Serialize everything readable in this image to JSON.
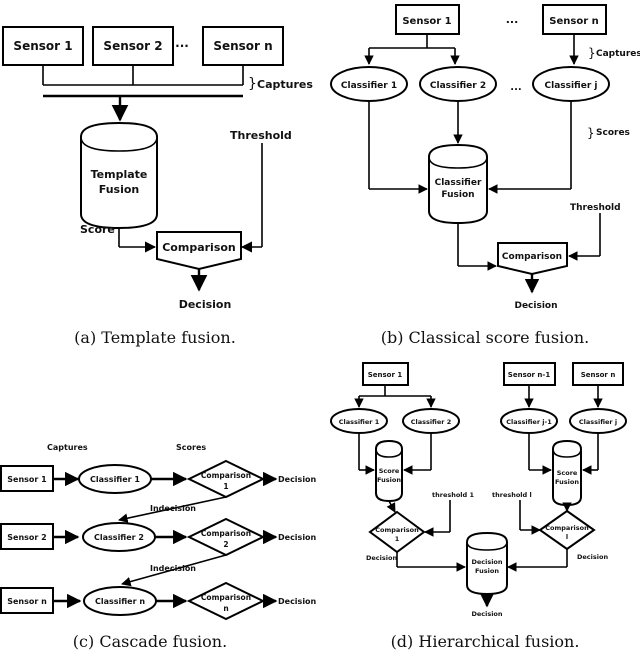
{
  "panel_a": {
    "sensor_1": "Sensor 1",
    "sensor_2": "Sensor 2",
    "ellipsis": "...",
    "sensor_n": "Sensor n",
    "captures": "Captures",
    "template_fusion_l1": "Template",
    "template_fusion_l2": "Fusion",
    "threshold": "Threshold",
    "score": "Score",
    "comparison": "Comparison",
    "decision": "Decision",
    "caption": "(a)  Template fusion."
  },
  "panel_b": {
    "sensor_1": "Sensor 1",
    "ellipsis_top": "...",
    "sensor_n": "Sensor n",
    "captures": "Captures",
    "classifier_1": "Classifier 1",
    "classifier_2": "Classifier 2",
    "ellipsis_mid": "...",
    "classifier_j": "Classifier j",
    "scores": "Scores",
    "classifier_fusion_l1": "Classifier",
    "classifier_fusion_l2": "Fusion",
    "threshold": "Threshold",
    "comparison": "Comparison",
    "decision": "Decision",
    "caption": "(b)  Classical score fusion."
  },
  "panel_c": {
    "captures": "Captures",
    "scores": "Scores",
    "sensor_1": "Sensor 1",
    "classifier_1": "Classifier 1",
    "comparison_1_l1": "Comparison",
    "comparison_1_l2": "1",
    "decision_1": "Decision",
    "indecision_1": "Indecision",
    "sensor_2": "Sensor 2",
    "classifier_2": "Classifier 2",
    "comparison_2_l1": "Comparison",
    "comparison_2_l2": "2",
    "decision_2": "Decision",
    "indecision_2": "Indecision",
    "sensor_n": "Sensor n",
    "classifier_n": "Classifier n",
    "comparison_n_l1": "Comparison",
    "comparison_n_l2": "n",
    "decision_n": "Decision",
    "caption": "(c)  Cascade fusion."
  },
  "panel_d": {
    "sensor_1": "Sensor 1",
    "sensor_n1": "Sensor n-1",
    "sensor_n": "Sensor n",
    "classifier_1": "Classifier 1",
    "classifier_2": "Classifier 2",
    "classifier_j1": "Classifier j-1",
    "classifier_j": "Classifier j",
    "score_fusion_l1": "Score",
    "score_fusion_l2": "Fusion",
    "score_fusion_r_l1": "Score",
    "score_fusion_r_l2": "Fusion",
    "threshold_1": "threshold 1",
    "threshold_l": "threshold l",
    "comparison_1_l1": "Comparison",
    "comparison_1_l2": "1",
    "comparison_l_l1": "Comparison",
    "comparison_l_l2": "l",
    "decision_left": "Decision",
    "decision_right": "Decision",
    "decision_fusion_l1": "Decision",
    "decision_fusion_l2": "Fusion",
    "decision_final": "Decision",
    "caption": "(d)  Hierarchical fusion."
  }
}
